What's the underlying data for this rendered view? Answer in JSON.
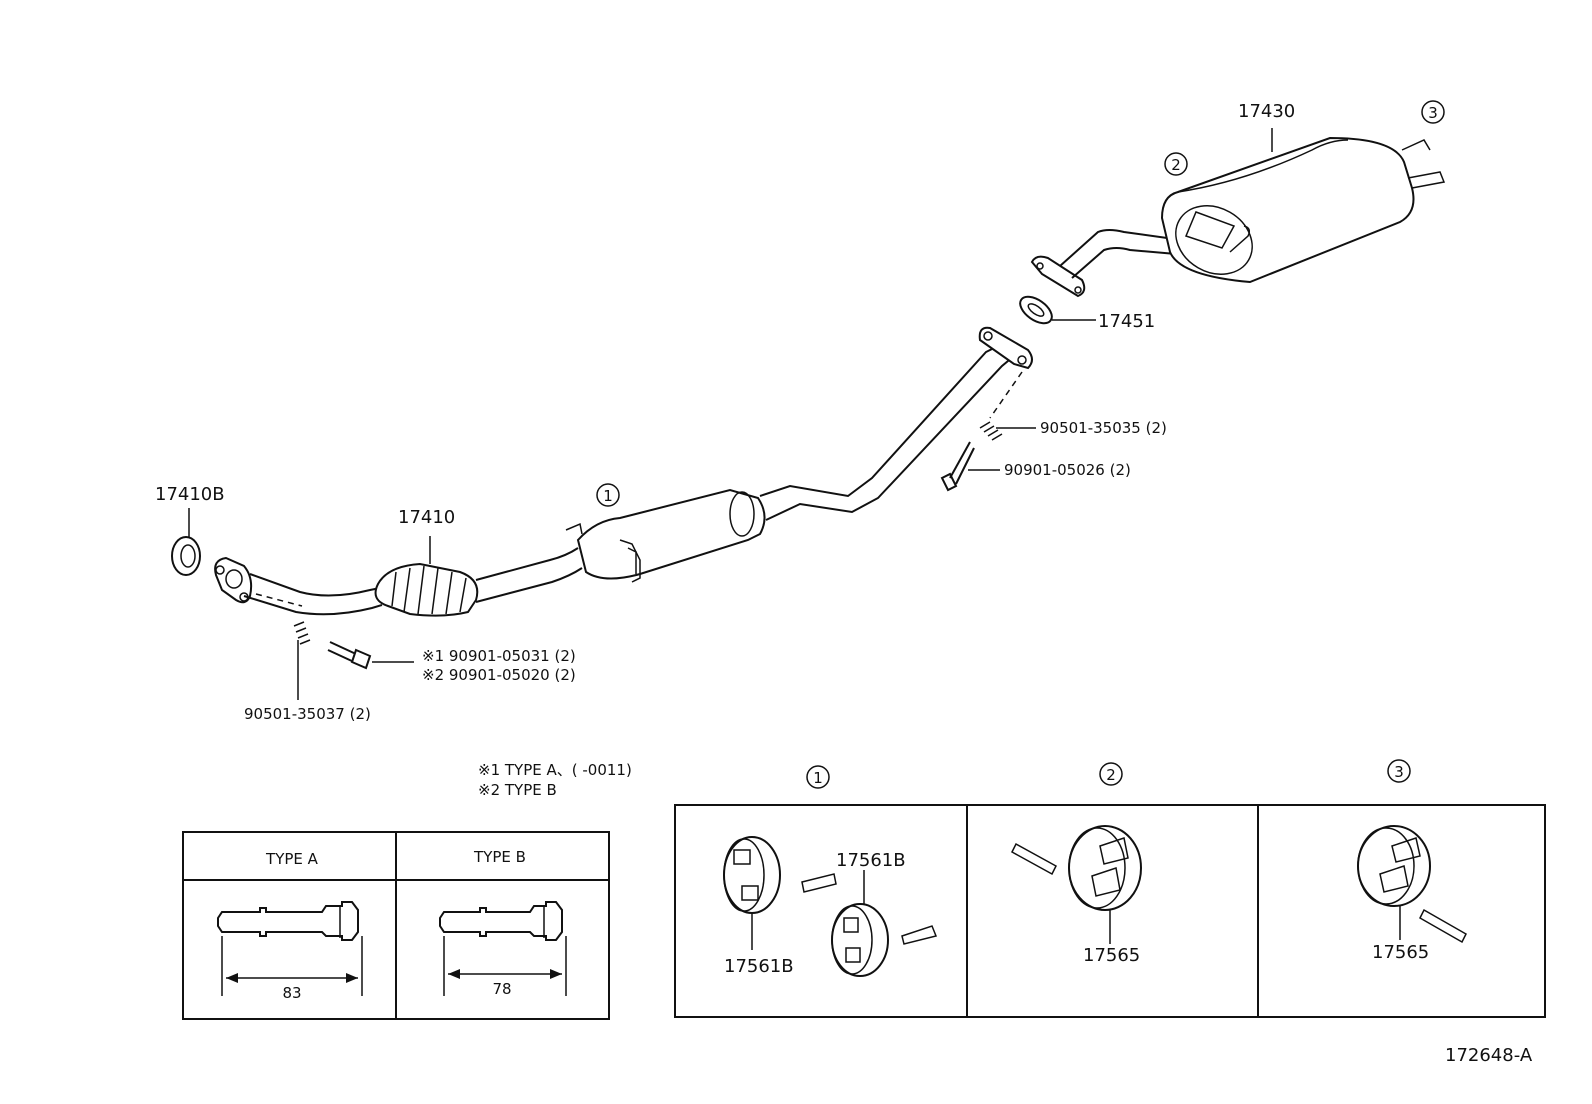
{
  "parts": {
    "p17430": "17430",
    "p17451": "17451",
    "p17410": "17410",
    "p17410B": "17410B",
    "gasket_35035": "90501-35035 (2)",
    "bolt_05026": "90901-05026 (2)",
    "bolt_05031": "※1 90901-05031 (2)",
    "bolt_05020": "※2 90901-05020 (2)",
    "spring_35037": "90501-35037 (2)",
    "hanger_17561B_a": "17561B",
    "hanger_17561B_b": "17561B",
    "hanger_17565_a": "17565",
    "hanger_17565_b": "17565"
  },
  "callouts": {
    "c1": "1",
    "c2": "2",
    "c3": "3"
  },
  "notes": {
    "type_a": "※1 TYPE A、(      -0011)",
    "type_b": "※2 TYPE B"
  },
  "type_table": {
    "col_a_header": "TYPE A",
    "col_b_header": "TYPE B",
    "len_a": "83",
    "len_b": "78"
  },
  "figure_code": "172648-A"
}
